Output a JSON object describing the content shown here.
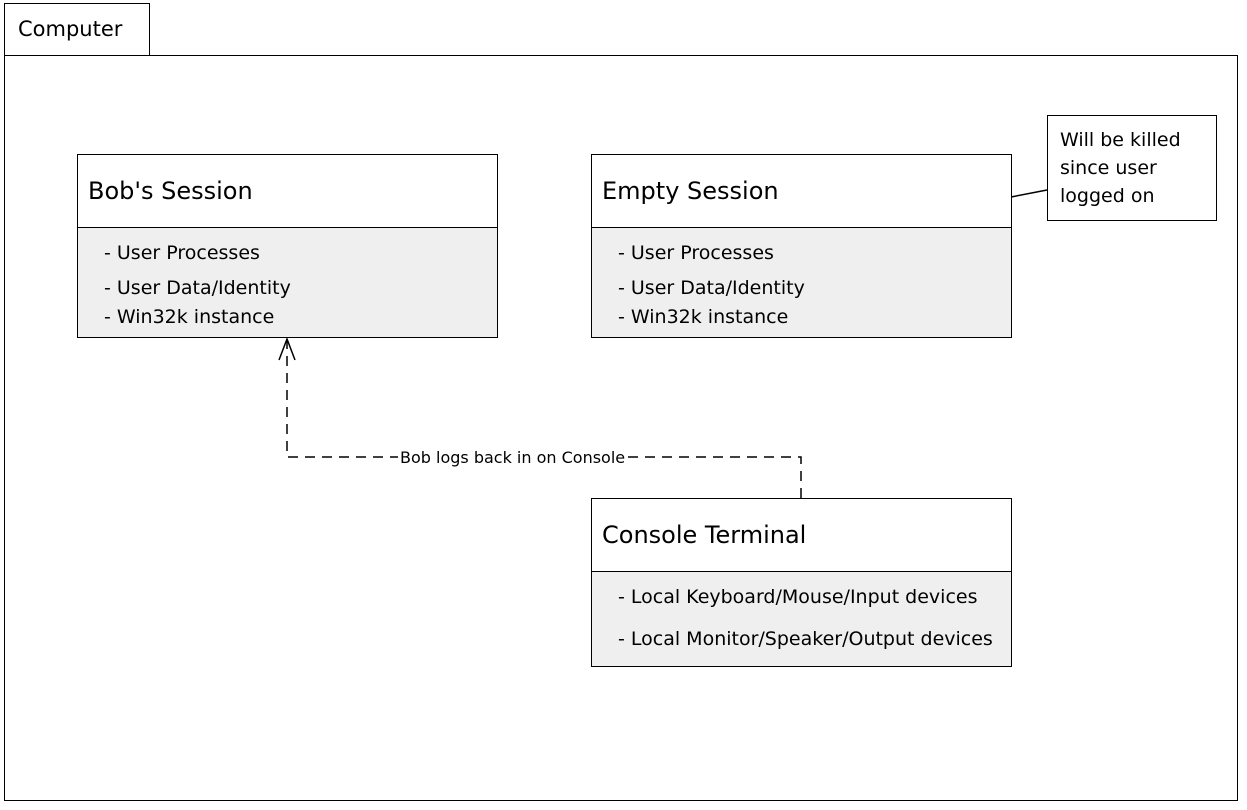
{
  "package": {
    "title": "Computer"
  },
  "bobs_session": {
    "title": "Bob's Session",
    "items": [
      "- User Processes",
      "- User Data/Identity",
      "- Win32k instance"
    ]
  },
  "empty_session": {
    "title": "Empty Session",
    "items": [
      "- User Processes",
      "- User Data/Identity",
      "- Win32k instance"
    ]
  },
  "note": {
    "lines": [
      "Will be killed",
      "since user",
      "logged on"
    ]
  },
  "console_terminal": {
    "title": "Console Terminal",
    "items": [
      "- Local Keyboard/Mouse/Input devices",
      "- Local Monitor/Speaker/Output devices"
    ]
  },
  "edge": {
    "label": "Bob logs back in on Console"
  }
}
